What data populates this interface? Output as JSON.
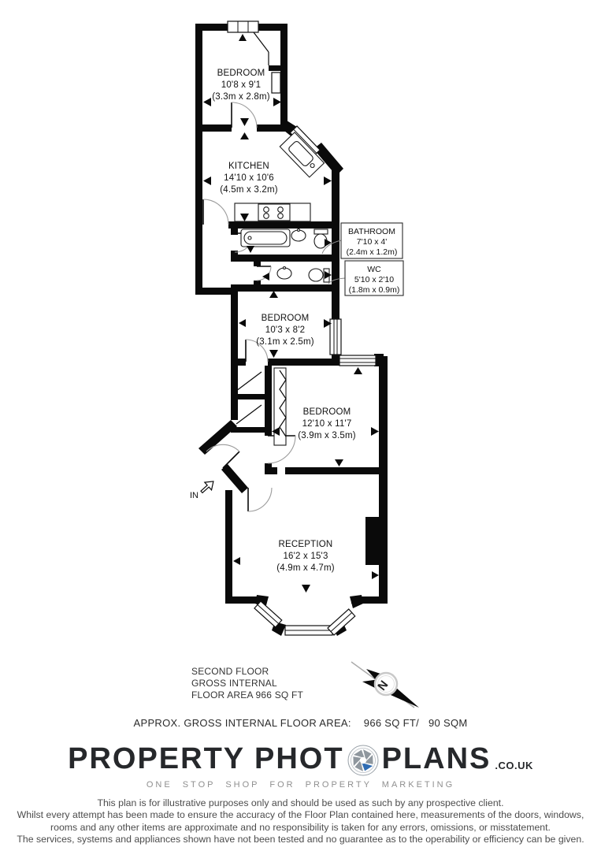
{
  "plan": {
    "rooms": [
      {
        "name": "BEDROOM",
        "imperial": "10'8 x 9'1",
        "metric": "(3.3m x 2.8m)"
      },
      {
        "name": "KITCHEN",
        "imperial": "14'10 x 10'6",
        "metric": "(4.5m x 3.2m)"
      },
      {
        "name": "BATHROOM",
        "imperial": "7'10 x 4'",
        "metric": "(2.4m x 1.2m)"
      },
      {
        "name": "WC",
        "imperial": "5'10 x 2'10",
        "metric": "(1.8m x 0.9m)"
      },
      {
        "name": "BEDROOM",
        "imperial": "10'3 x 8'2",
        "metric": "(3.1m x 2.5m)"
      },
      {
        "name": "BEDROOM",
        "imperial": "12'10 x 11'7",
        "metric": "(3.9m x 3.5m)"
      },
      {
        "name": "RECEPTION",
        "imperial": "16'2 x 15'3",
        "metric": "(4.9m x 4.7m)"
      }
    ],
    "entry_label": "IN",
    "compass_north": "N"
  },
  "summary": {
    "floor_lines": [
      "SECOND FLOOR",
      "GROSS INTERNAL",
      "FLOOR AREA 966 SQ FT"
    ],
    "approx_label": "APPROX. GROSS INTERNAL FLOOR AREA:",
    "approx_imperial": "966 SQ FT/",
    "approx_metric": "90 SQM"
  },
  "branding": {
    "name_left": "PROPERTY PHOT",
    "name_right": "PLANS",
    "domain": ".CO.UK",
    "tagline": "ONE STOP SHOP FOR PROPERTY MARKETING",
    "colors": {
      "logo_text": "#26282b",
      "aperture_blue": "#2f6cb3",
      "aperture_gray": "#8f979e",
      "tagline_gray": "#8f8f8f"
    }
  },
  "disclaimer": [
    "This plan is for illustrative purposes only and should be used as such by any prospective client.",
    "Whilst every attempt has been made to ensure the accuracy of the Floor Plan contained here, measurements of the doors, windows,",
    "rooms and any other items are approximate and no responsibility is taken for any errors, omissions, or misstatement.",
    "The services, systems and appliances shown have not been tested and no guarantee as to the operability or efficiency can be given."
  ]
}
